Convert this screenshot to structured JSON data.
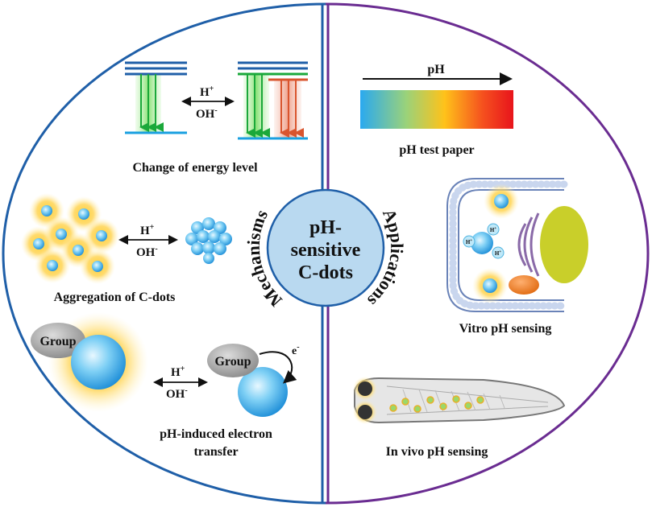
{
  "center": {
    "line1": "pH-",
    "line2": "sensitive",
    "line3": "C-dots"
  },
  "arc_labels": {
    "left": "Mechanisms",
    "right": "Applications"
  },
  "mechanisms": {
    "energy_level": {
      "caption": "Change of energy level",
      "arrow_top": "H",
      "arrow_top_sup": "+",
      "arrow_bottom": "OH",
      "arrow_bottom_sup": "-"
    },
    "aggregation": {
      "caption": "Aggregation of C-dots",
      "arrow_top": "H",
      "arrow_top_sup": "+",
      "arrow_bottom": "OH",
      "arrow_bottom_sup": "-"
    },
    "electron_transfer": {
      "caption_line1": "pH-induced electron",
      "caption_line2": "transfer",
      "group_label": "Group",
      "electron": "e",
      "electron_sup": "-",
      "arrow_top": "H",
      "arrow_top_sup": "+",
      "arrow_bottom": "OH",
      "arrow_bottom_sup": "-"
    }
  },
  "applications": {
    "test_paper": {
      "axis_label": "pH",
      "caption": "pH test paper"
    },
    "vitro": {
      "caption": "Vitro pH sensing",
      "proton": "H",
      "proton_sup": "+"
    },
    "vivo": {
      "caption": "In vivo pH sensing"
    }
  },
  "colors": {
    "left_border": "#1f5fa8",
    "right_border": "#6a2c91",
    "center_fill": "#b9d9f0",
    "mechanisms_text": "#1f5fa8",
    "applications_text": "#6a2c91"
  }
}
